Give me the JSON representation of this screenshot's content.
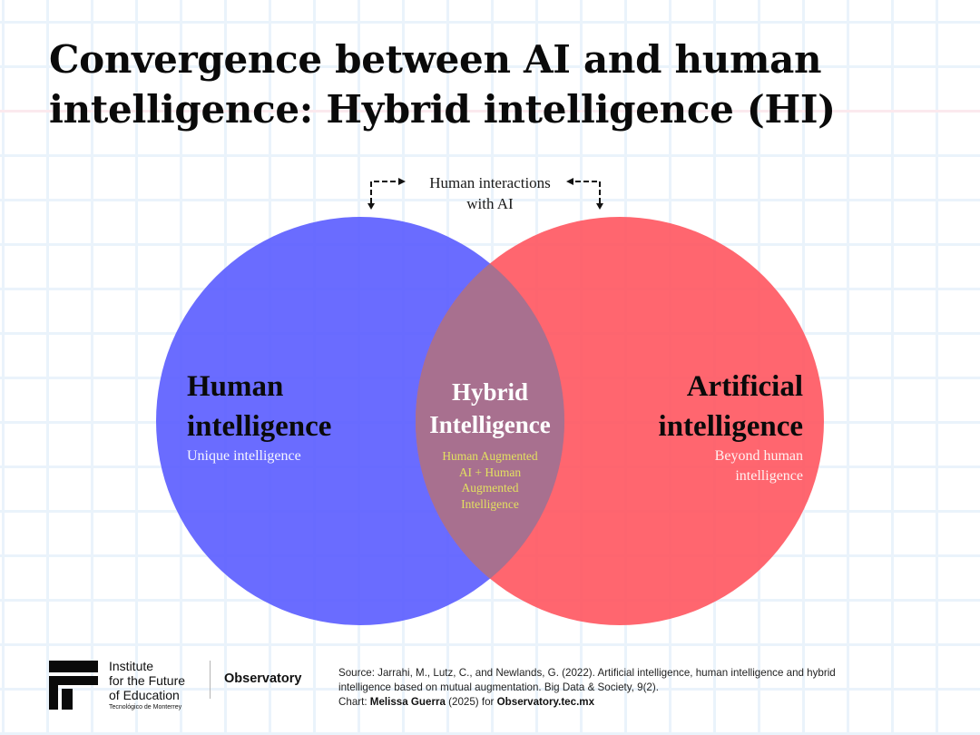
{
  "title": {
    "line1": "Convergence between AI and human",
    "line2": "intelligence: Hybrid intelligence (HI)"
  },
  "interactions": {
    "line1": "Human interactions",
    "line2": "with AI",
    "left_arrow_icon": "dashed-elbow-arrow-right",
    "right_arrow_icon": "dashed-elbow-arrow-left"
  },
  "circles": {
    "human": {
      "title_line1": "Human",
      "title_line2": "intelligence",
      "subtitle": "Unique intelligence",
      "color": "#5a5cff"
    },
    "ai": {
      "title_line1": "Artificial",
      "title_line2": "intelligence",
      "subtitle_line1": "Beyond human",
      "subtitle_line2": "intelligence",
      "color": "#ff555f"
    },
    "hybrid": {
      "title_line1": "Hybrid",
      "title_line2": "Intelligence",
      "desc_line1": "Human Augmented",
      "desc_line2": "AI + Human",
      "desc_line3": "Augmented",
      "desc_line4": "Intelligence",
      "color": "#a8708f",
      "desc_color": "#e2e060"
    }
  },
  "footer": {
    "institute_line1": "Institute",
    "institute_line2": "for the Future",
    "institute_line3": "of Education",
    "institute_sub": "Tecnológico de Monterrey",
    "observatory": "Observatory",
    "source_line1": "Source: Jarrahi, M., Lutz, C., and Newlands, G. (2022). Artificial intelligence, human intelligence and hybrid",
    "source_line2": "intelligence based on mutual augmentation. Big Data & Society, 9(2).",
    "chart_prefix": "Chart: ",
    "chart_author": "Melissa Guerra",
    "chart_year": " (2025) for ",
    "chart_site": "Observatory.tec.mx"
  }
}
